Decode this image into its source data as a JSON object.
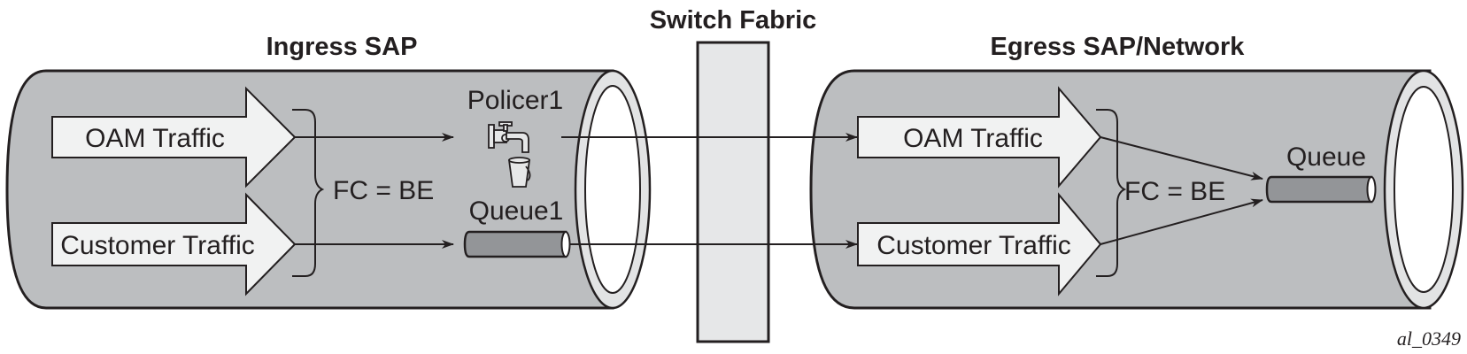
{
  "diagram": {
    "switch_fabric": {
      "title": "Switch Fabric"
    },
    "ingress": {
      "title": "Ingress SAP",
      "traffic": [
        "OAM Traffic",
        "Customer Traffic"
      ],
      "forwarding_class": "FC = BE",
      "policer_label": "Policer1",
      "queue_label": "Queue1"
    },
    "egress": {
      "title": "Egress SAP/Network",
      "traffic": [
        "OAM Traffic",
        "Customer Traffic"
      ],
      "forwarding_class": "FC = BE",
      "queue_label": "Queue"
    },
    "figure_id": "al_0349",
    "icons": {
      "policer": "faucet-and-bucket-icon",
      "queue": "pipe-queue-icon"
    },
    "colors": {
      "tube": "#bcbec0",
      "ring": "#e2e3e4",
      "arrow": "#f1f2f2",
      "fabric": "#e6e7e8",
      "queue": "#939598",
      "stroke": "#231f20"
    }
  }
}
